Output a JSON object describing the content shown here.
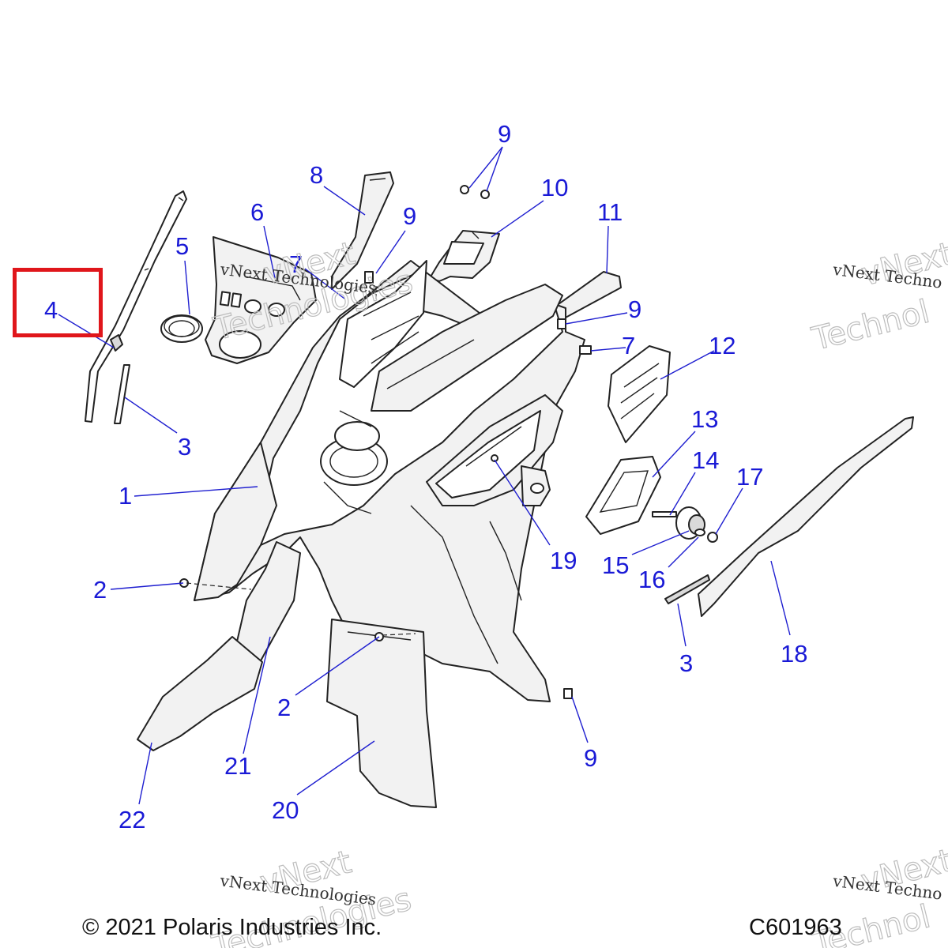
{
  "callouts": [
    {
      "id": "c4",
      "label": "4"
    },
    {
      "id": "c5",
      "label": "5"
    },
    {
      "id": "c6",
      "label": "6"
    },
    {
      "id": "c7a",
      "label": "7"
    },
    {
      "id": "c8",
      "label": "8"
    },
    {
      "id": "c9a",
      "label": "9"
    },
    {
      "id": "c9b",
      "label": "9"
    },
    {
      "id": "c10",
      "label": "10"
    },
    {
      "id": "c11",
      "label": "11"
    },
    {
      "id": "c9c",
      "label": "9"
    },
    {
      "id": "c7b",
      "label": "7"
    },
    {
      "id": "c12",
      "label": "12"
    },
    {
      "id": "c13",
      "label": "13"
    },
    {
      "id": "c14",
      "label": "14"
    },
    {
      "id": "c17",
      "label": "17"
    },
    {
      "id": "c3a",
      "label": "3"
    },
    {
      "id": "c1",
      "label": "1"
    },
    {
      "id": "c19",
      "label": "19"
    },
    {
      "id": "c15",
      "label": "15"
    },
    {
      "id": "c16",
      "label": "16"
    },
    {
      "id": "c2a",
      "label": "2"
    },
    {
      "id": "c3b",
      "label": "3"
    },
    {
      "id": "c18",
      "label": "18"
    },
    {
      "id": "c2b",
      "label": "2"
    },
    {
      "id": "c9d",
      "label": "9"
    },
    {
      "id": "c21",
      "label": "21"
    },
    {
      "id": "c22",
      "label": "22"
    },
    {
      "id": "c20",
      "label": "20"
    }
  ],
  "watermark": {
    "name": "vNext Technologies",
    "brand_top": "vNext",
    "brand_bottom": "Technologies",
    "name_cut": "vNext Techno",
    "brand_cut": "vNext",
    "brand_bottom_cut": "Technol"
  },
  "footer": {
    "copyright": "© 2021 Polaris Industries Inc.",
    "figure_code": "C601963"
  },
  "highlight": {
    "callout": "4",
    "color": "#e0161b"
  },
  "colors": {
    "callout": "#1a1ad6",
    "line": "#222222"
  }
}
